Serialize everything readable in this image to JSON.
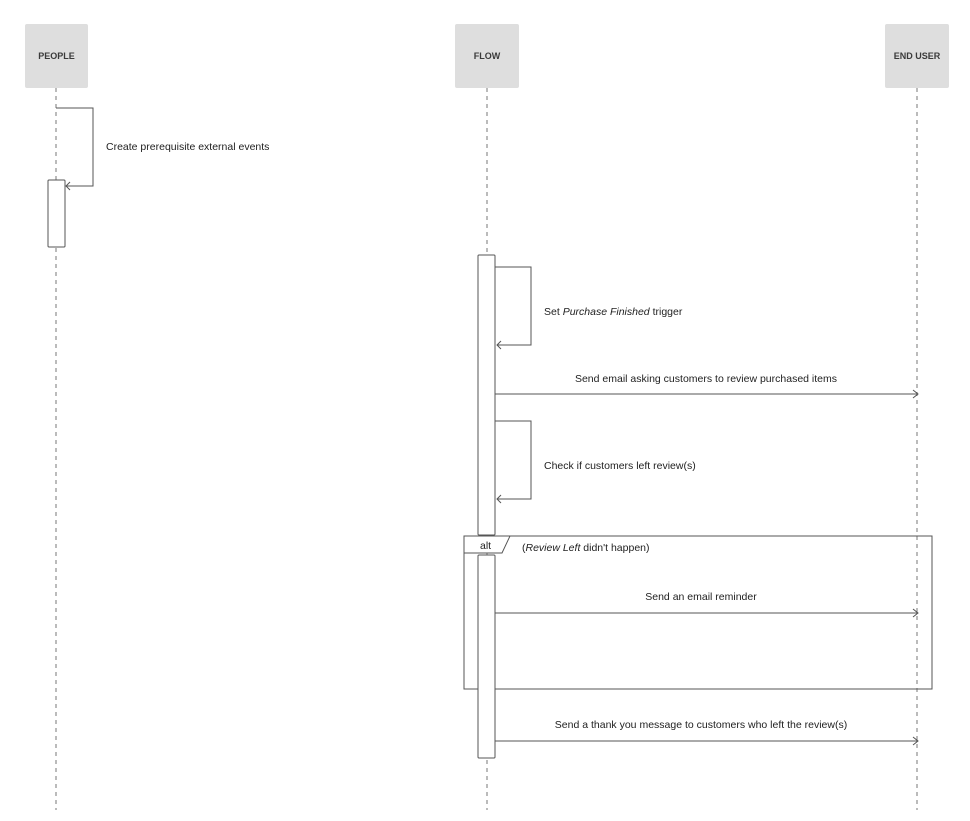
{
  "participants": {
    "people": "PEOPLE",
    "flow": "FLOW",
    "end_user": "END USER"
  },
  "messages": {
    "m1": "Create prerequisite external events",
    "m2_pre": "Set ",
    "m2_em": "Purchase Finished",
    "m2_post": " trigger",
    "m3": "Send email asking customers to review purchased items",
    "m4": "Check if customers left review(s)",
    "m5": "Send an email reminder",
    "m6": "Send a thank you message to customers who left the review(s)"
  },
  "alt_fragment": {
    "operator": "alt",
    "guard_open": "(",
    "guard_em": "Review Left",
    "guard_rest": " didn't happen)"
  }
}
